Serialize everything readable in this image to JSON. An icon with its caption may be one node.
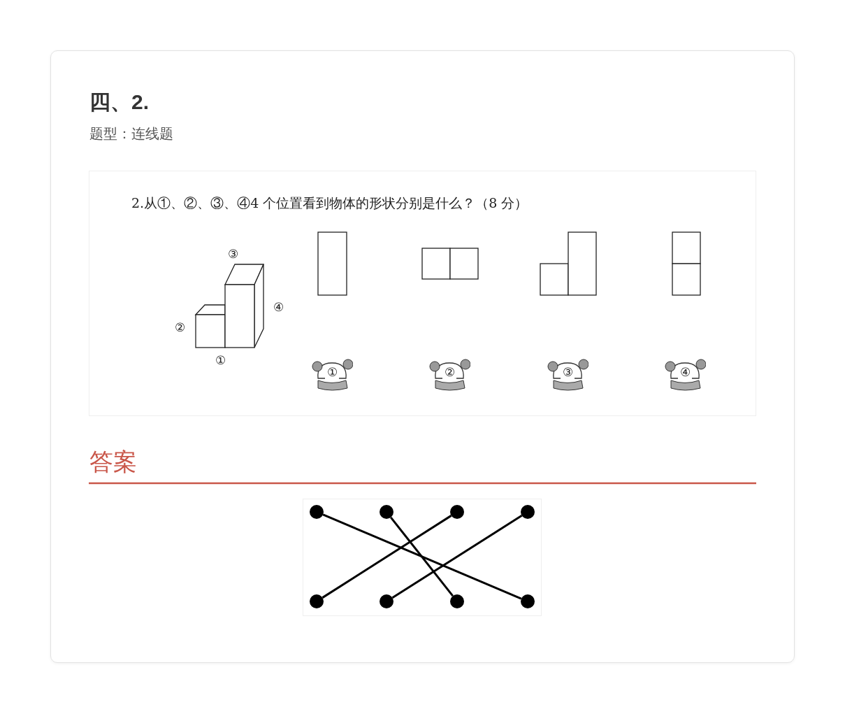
{
  "diagram": {
    "title": "四、2.",
    "nodes": [
      {
        "text": [
          "①"
        ]
      },
      {
        "text": [
          "②"
        ]
      },
      {
        "text": [
          "③"
        ]
      },
      {
        "text": [
          "④"
        ]
      },
      {
        "text": [],
        "shape": "circle"
      },
      {
        "text": [],
        "shape": "circle"
      },
      {
        "text": [],
        "shape": "circle"
      },
      {
        "text": [],
        "shape": "circle"
      },
      {
        "text": [],
        "shape": "circle"
      },
      {
        "text": [],
        "shape": "circle"
      },
      {
        "text": [],
        "shape": "circle"
      },
      {
        "text": [],
        "shape": "circle"
      }
    ],
    "edges": [
      {
        "from": 4,
        "to": 11,
        "arrow": "none"
      },
      {
        "from": 5,
        "to": 10,
        "arrow": "none"
      },
      {
        "from": 6,
        "to": 8,
        "arrow": "none"
      },
      {
        "from": 7,
        "to": 9,
        "arrow": "none"
      }
    ],
    "labels": [
      "题型：连线题",
      "2.从①、②、③、④4 个位置看到物体的形状分别是什么？（8 分）",
      "③",
      "②",
      "④",
      "①",
      "答案"
    ]
  }
}
